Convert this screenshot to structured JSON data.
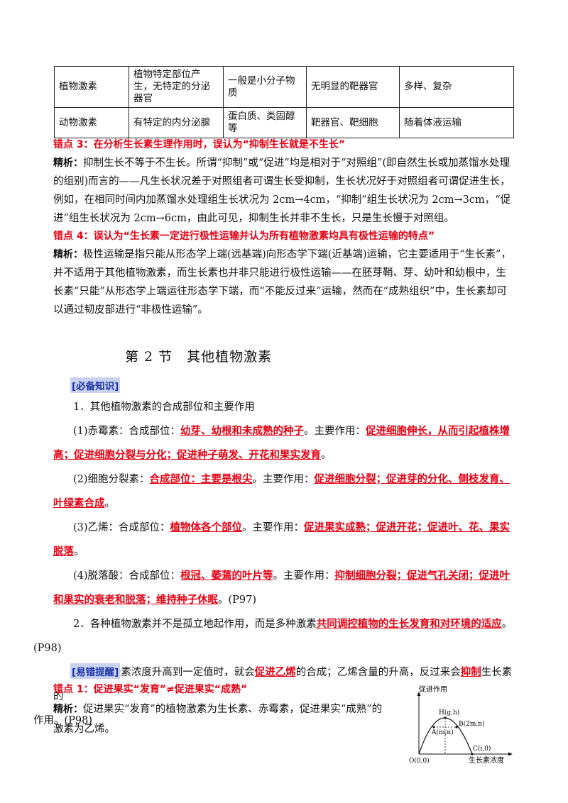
{
  "table": {
    "rows": [
      [
        "植物激素",
        "植物特定部位产生，无特定的分泌器官",
        "一般是小分子物质",
        "无明显的靶器官",
        "多样、复杂"
      ],
      [
        "动物激素",
        "有特定的内分泌腺",
        "蛋白质、类固醇等",
        "靶器官、靶细胞",
        "随着体液运输"
      ]
    ]
  },
  "err3": {
    "title": "错点 3：在分析生长素生理作用时，误认为“抑制生长就是不生长”",
    "label": "精析：",
    "text": "抑制生长不等于不生长。所谓“抑制”或“促进”均是相对于“对照组”(即自然生长或加蒸馏水处理的组别)而言的——凡生长状况差于对照组者可谓生长受抑制，生长状况好于对照组者可谓促进生长，例如，在相同时间内加蒸馏水处理组生长状况为 2cm→4cm，“抑制”组生长状况为 2cm→3cm，“促进”组生长状况为 2cm→6cm，由此可见，抑制生长并非不生长，只是生长慢于对照组。"
  },
  "err4": {
    "title": "错点 4：误认为“生长素一定进行极性运输并认为所有植物激素均具有极性运输的特点”",
    "label": "精析：",
    "text": "极性运输是指只能从形态学上端(远基端)向形态学下端(近基端)运输，它主要适用于“生长素”，并不适用于其他植物激素，而生长素也并非只能进行极性运输——在胚芽鞘、芽、幼叶和幼根中，生长素“只能”从形态学上端运往形态学下端，而“不能反过来”运输，然而在“成熟组织”中，生长素却可以通过韧皮部进行“非极性运输”。"
  },
  "section": {
    "title": "第 2 节　其他植物激素"
  },
  "tags": {
    "knowledge": "[必备知识]",
    "reminder": "[易错提醒]"
  },
  "k1": {
    "heading": "1．其他植物激素的合成部位和主要作用",
    "gib_pre": "(1)赤霉素：合成部位：",
    "gib_site": "幼芽、幼根和未成熟的种子",
    "gib_mid": "。主要作用：",
    "gib_func1": "促进细胞伸长，从而引起植株增高；",
    "gib_func2": "促进细胞分裂与分化；促进种子萌发、开花和果实发育",
    "gib_end": "。",
    "cyto_pre": "(2)细胞分裂素：",
    "cyto_site": "合成部位：主要是根尖",
    "cyto_mid": "。主要作用：",
    "cyto_func1": "促进细胞分裂；促进芽的分化、侧枝发育、叶绿",
    "cyto_func2": "素合成",
    "cyto_end": "。",
    "eth_pre": "(3)乙烯：合成部位：",
    "eth_site": "植物体各个部位",
    "eth_mid": "。主要作用：",
    "eth_func": "促进果实成熟；促进开花；促进叶、花、果实脱落",
    "eth_end": "。",
    "aba_pre": "(4)脱落酸：合成部位：",
    "aba_site": "根冠、萎蔫的叶片等",
    "aba_mid": "。主要作用：",
    "aba_func1": "抑制细胞分裂；促进气孔关闭；促进叶和果",
    "aba_func2": "实的衰老和脱落；维持种子休眠",
    "aba_end": "。(P97)"
  },
  "k2": {
    "pre": "2．各种植物激素并不是孤立地起作用，而是多种激素",
    "red": "共同调控植物的生长发育和对环境的适应",
    "end": "。",
    "page": "(P98)"
  },
  "k3": {
    "pre": "3．当生长素浓度升高到一定值时，就会",
    "red1": "促进乙烯",
    "mid": "的合成；乙烯含量的升高，反过来会",
    "red2": "抑制",
    "end": "生长素的",
    "line2": "作用。(P98)"
  },
  "err1": {
    "title": "错点 1：促进果实“发育”≠促进果实“成熟”",
    "label": "精析：",
    "text1": "促进果实“发育”的植物激素为生长素、赤霉素，促进果实“成熟”的",
    "text2": "激素为乙烯。"
  },
  "graph": {
    "y_label": "促进作用",
    "x_label": "生长素浓度",
    "points": {
      "O": "O(0,0)",
      "A": "A(m,n)",
      "H": "H(g,h)",
      "B": "B(2m,n)",
      "C": "C(i,0)"
    }
  }
}
